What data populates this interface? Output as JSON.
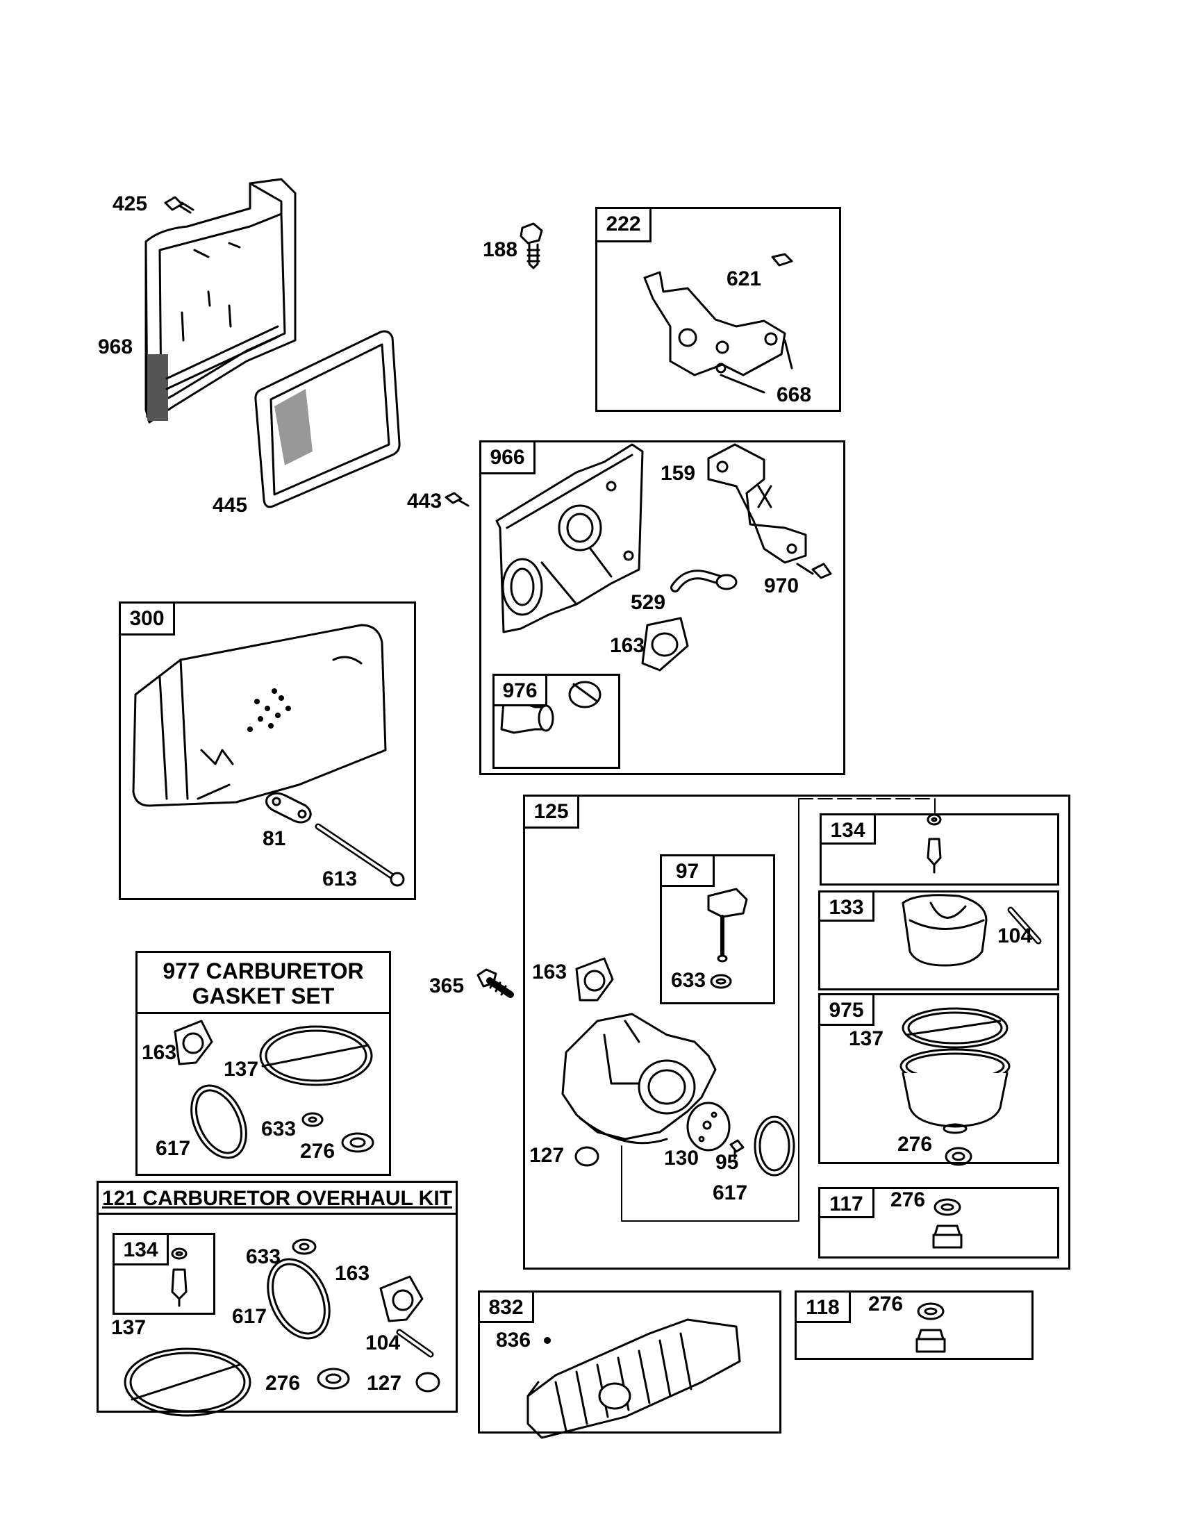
{
  "boxes": {
    "b222": "222",
    "b966": "966",
    "b976": "976",
    "b300": "300",
    "b125": "125",
    "b97": "97",
    "b134a": "134",
    "b133": "133",
    "b975": "975",
    "b117": "117",
    "b832": "832",
    "b118": "118",
    "b134b": "134"
  },
  "titles": {
    "gasket_line1": "977 CARBURETOR",
    "gasket_line2": "GASKET SET",
    "overhaul": "121 CARBURETOR OVERHAUL KIT"
  },
  "labels": {
    "l425": "425",
    "l968": "968",
    "l445": "445",
    "l188": "188",
    "l621": "621",
    "l668": "668",
    "l443": "443",
    "l159": "159",
    "l970": "970",
    "l529": "529",
    "l163a": "163",
    "l81": "81",
    "l613": "613",
    "l163b": "163",
    "l137a": "137",
    "l617a": "617",
    "l633a": "633",
    "l276a": "276",
    "l365": "365",
    "l163c": "163",
    "l633b": "633",
    "l127a": "127",
    "l130": "130",
    "l95": "95",
    "l617b": "617",
    "l104a": "104",
    "l137b": "137",
    "l276b": "276",
    "l276c": "276",
    "l633c": "633",
    "l163d": "163",
    "l617c": "617",
    "l137c": "137",
    "l104b": "104",
    "l276d": "276",
    "l127b": "127",
    "l836": "836",
    "l276e": "276"
  }
}
